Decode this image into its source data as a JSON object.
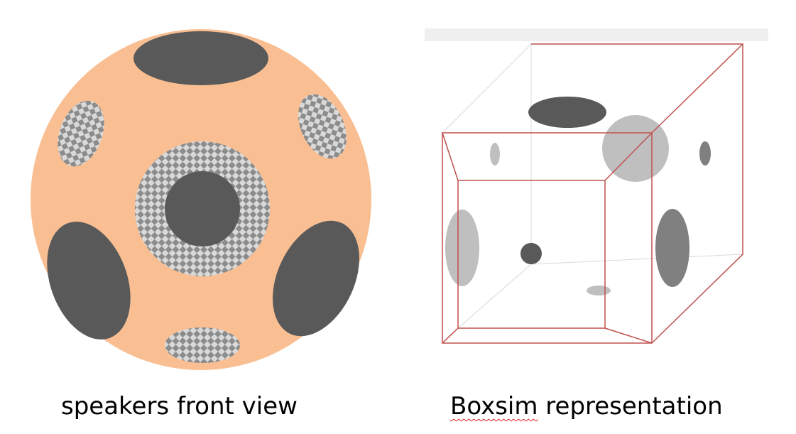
{
  "captions": {
    "front_view": "speakers front view",
    "boxsim_word": "Boxsim",
    "boxsim_rest": " representation"
  },
  "colors": {
    "sphere_fill": "#f9bf93",
    "dark_driver": "#595959",
    "checker_light": "#d9d9d9",
    "checker_dark": "#8c8c8c",
    "light_grey_ellipse": "#bfbfbf",
    "mid_grey_ellipse": "#808080",
    "box_edge": "#c0504d",
    "hidden_edge": "#d9d9d9",
    "header_bar": "#efefef",
    "spellcheck_underline": "#e02020"
  }
}
